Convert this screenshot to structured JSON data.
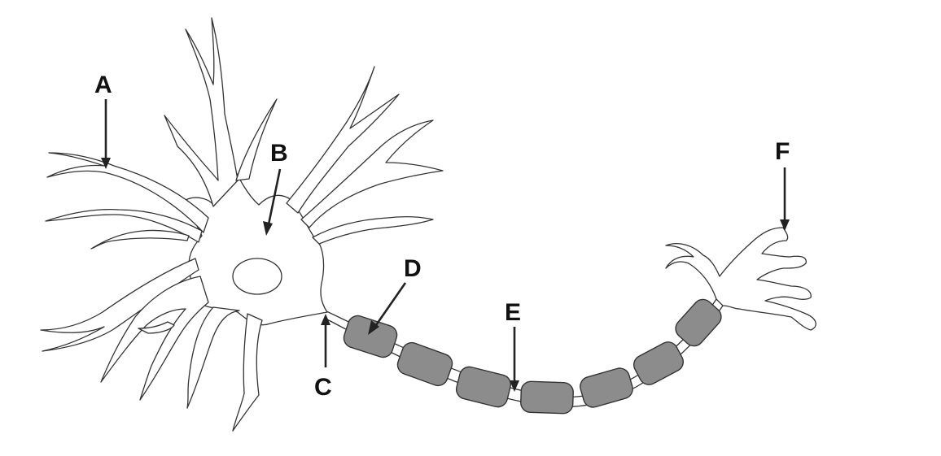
{
  "diagram": {
    "colors": {
      "outline": "#333333",
      "myelin_fill": "#8c8c8c",
      "arrow": "#222222",
      "background": "#ffffff"
    },
    "labels": {
      "a": "A",
      "b": "B",
      "c": "C",
      "d": "D",
      "e": "E",
      "f": "F"
    }
  }
}
